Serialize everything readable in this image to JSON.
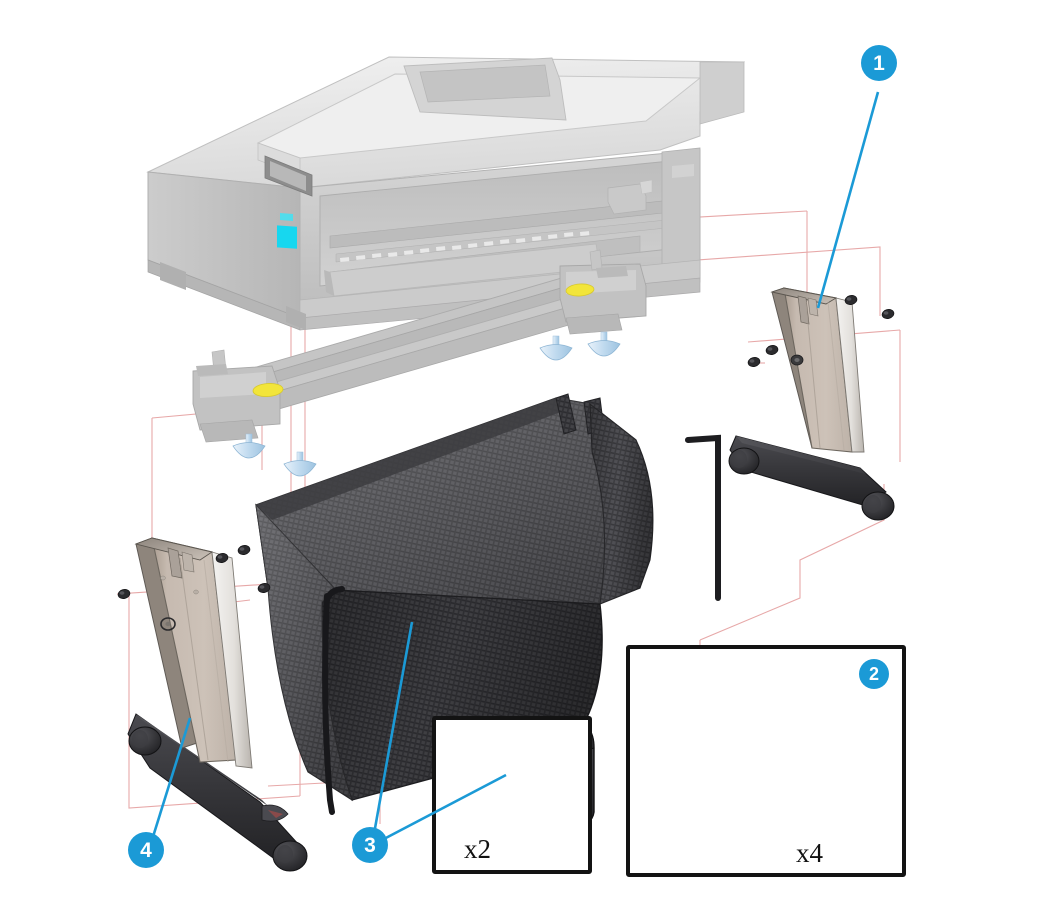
{
  "diagram": {
    "title": "Printer stand and media bin exploded assembly view",
    "background_color": "#ffffff",
    "callout_color": "#1b9ad6",
    "leader_color": "#1b9ad6",
    "guide_line_color": "#e8a9a9",
    "inset_border_color": "#131313"
  },
  "callouts": [
    {
      "id": "callout-1",
      "number": "1",
      "target": "right-leg-assembly"
    },
    {
      "id": "callout-2",
      "number": "2",
      "target": "caster-wheel-inset"
    },
    {
      "id": "callout-3",
      "number": "3",
      "target": "media-bin-and-bin-foot"
    },
    {
      "id": "callout-4",
      "number": "4",
      "target": "left-leg-assembly"
    }
  ],
  "insets": [
    {
      "id": "bin-foot-inset",
      "quantity_label": "x2",
      "part_name": "bin-foot-bracket",
      "has_badge": false
    },
    {
      "id": "caster-wheel-inset",
      "quantity_label": "x4",
      "part_name": "caster-wheel",
      "has_badge": true,
      "badge_number": "2"
    }
  ],
  "parts": [
    {
      "id": "printer-body",
      "label": "printer-body",
      "style": "ghosted-gray"
    },
    {
      "id": "cross-brace",
      "label": "cross-brace",
      "style": "ghosted-gray"
    },
    {
      "id": "left-leg-assembly",
      "label": "left-leg-assembly",
      "style": "solid"
    },
    {
      "id": "right-leg-assembly",
      "label": "right-leg-assembly",
      "style": "solid"
    },
    {
      "id": "media-bin",
      "label": "media-bin-mesh",
      "style": "solid"
    },
    {
      "id": "thumbscrew",
      "label": "thumbscrew",
      "count": 4
    },
    {
      "id": "leg-screw",
      "label": "leg-screw",
      "count": 8
    }
  ],
  "colors": {
    "printer_light": "#e2e2e2",
    "printer_mid": "#c9c9c9",
    "printer_dark": "#b4b4b4",
    "cyan_label": "#17d7ef",
    "leg_beige": "#c9bdb1",
    "leg_silver": "#e9e7e4",
    "foot_black": "#2f2f32",
    "mesh_dark": "#4a4a4c",
    "mesh_mid": "#5e5e60",
    "thumbscrew_blue": "#cfe2f2",
    "tab_yellow": "#f2e53a"
  }
}
